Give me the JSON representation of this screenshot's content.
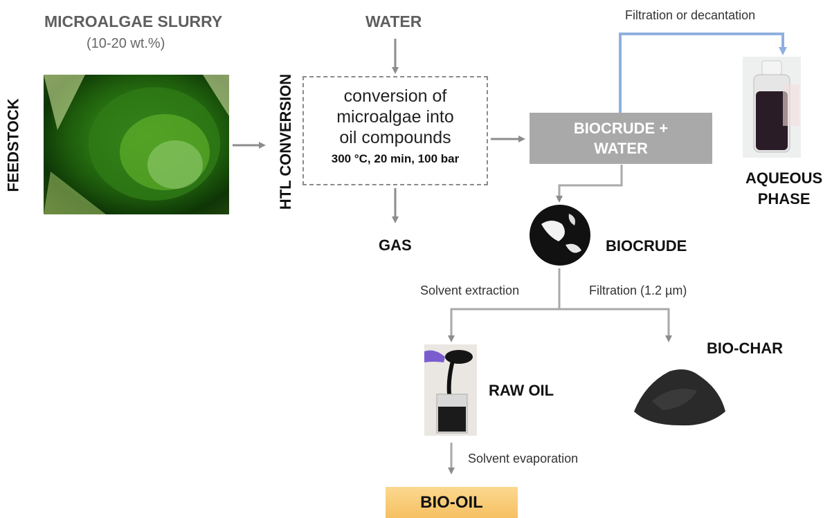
{
  "feedstock": {
    "side_label": "FEEDSTOCK",
    "title": "MICROALGAE SLURRY",
    "concentration": "(10-20 wt.%)"
  },
  "water_input": {
    "label": "WATER"
  },
  "htl": {
    "side_label": "HTL CONVERSION",
    "description_lines": [
      "conversion of",
      "microalgae into",
      "oil compounds"
    ],
    "conditions": "300 °C, 20 min, 100 bar"
  },
  "gas_output": {
    "label": "GAS"
  },
  "biocrude_water": {
    "lines": [
      "BIOCRUDE +",
      "WATER"
    ]
  },
  "separation": {
    "aqueous_step": "Filtration or decantation"
  },
  "aqueous_phase": {
    "lines": [
      "AQUEOUS",
      "PHASE"
    ]
  },
  "biocrude": {
    "label": "BIOCRUDE"
  },
  "branches": {
    "left_step": "Solvent extraction",
    "right_step": "Filtration (1.2 µm)"
  },
  "raw_oil": {
    "label": "RAW OIL"
  },
  "bio_char": {
    "label": "BIO-CHAR"
  },
  "evaporation": {
    "step": "Solvent evaporation"
  },
  "bio_oil": {
    "label": "BIO-OIL"
  },
  "colors": {
    "arrow_gray": "#8c8c8c",
    "arrow_blue": "#8fb0df",
    "box_gray": "#a9a9a9",
    "bio_oil_fill": "#f8c96f"
  }
}
